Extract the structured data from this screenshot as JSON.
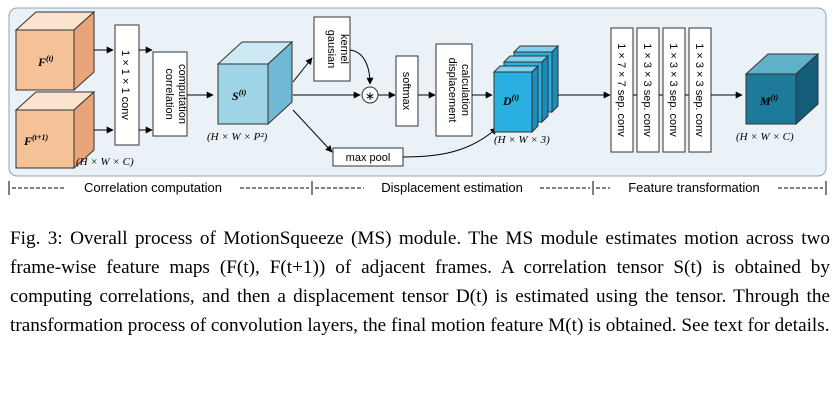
{
  "diagram": {
    "inputs": {
      "f_t": {
        "base": "F",
        "sup": "(t)"
      },
      "f_t1": {
        "base": "F",
        "sup": "(t+1)"
      },
      "shape": "(H × W × C)"
    },
    "conv1": "1 × 1 × 1 conv",
    "correlation": [
      "correlation",
      "computation"
    ],
    "s_tensor": {
      "base": "S",
      "sup": "(t)",
      "shape": "(H × W × P²)"
    },
    "gaussian": [
      "gausian",
      "kernel"
    ],
    "star": "∗",
    "softmax": "softmax",
    "maxpool": "max pool",
    "displacement": [
      "displacement",
      "calculation"
    ],
    "d_tensor": {
      "base": "D",
      "sup": "(t)",
      "shape": "(H × W × 3)"
    },
    "convs": [
      "1 × 7 × 7 sep. conv",
      "1 × 3 × 3 sep. conv",
      "1 × 3 × 3 sep. conv",
      "1 × 3 × 3 sep. conv"
    ],
    "m_tensor": {
      "base": "M",
      "sup": "(t)",
      "shape": "(H × W × C)"
    },
    "stages": [
      "Correlation computation",
      "Displacement estimation",
      "Feature transformation"
    ]
  },
  "colors": {
    "panel_bg": "#eaf2f8",
    "input_face": "#f5c197",
    "input_top": "#fbe3cf",
    "input_side": "#e9a577",
    "s_face": "#9fd4e6",
    "s_top": "#cdeaf4",
    "s_side": "#6fb9d4",
    "d_face": "#29b0e0",
    "d_top": "#7fd2ef",
    "d_side": "#1a8dbb",
    "m_face": "#1e7a99",
    "m_top": "#5fb0c9",
    "m_side": "#145d78"
  },
  "caption": {
    "label": "Fig. 3:",
    "text": "Overall process of MotionSqueeze (MS) module. The MS module estimates motion across two frame-wise feature maps (F(t), F(t+1)) of adjacent frames. A correlation tensor S(t) is obtained by computing correlations, and then a displacement tensor D(t) is estimated using the tensor. Through the transformation process of convolution layers, the final motion feature M(t) is obtained. See text for details."
  }
}
